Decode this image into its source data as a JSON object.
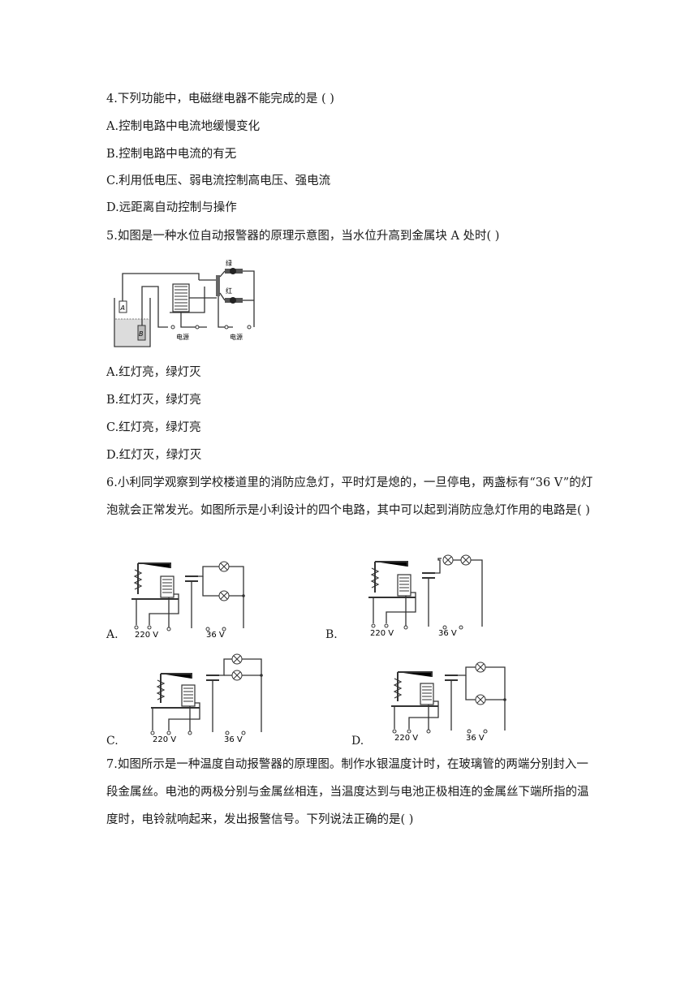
{
  "q4": {
    "stem": "4.下列功能中，电磁继电器不能完成的是 (      )",
    "options": [
      "A.控制电路中电流地缓慢变化",
      "B.控制电路中电流的有无",
      "C.利用低电压、弱电流控制高电压、强电流",
      "D.远距离自动控制与操作"
    ]
  },
  "q5": {
    "stem": "5.如图是一种水位自动报警器的原理示意图，当水位升高到金属块 A 处时(      )",
    "figure": {
      "labels": {
        "a": "A",
        "b": "B",
        "green": "绿",
        "red": "红",
        "source1": "电源",
        "source2": "电源"
      }
    },
    "options": [
      "A.红灯亮，绿灯灭",
      "B.红灯灭，绿灯亮",
      "C.红灯亮，绿灯亮",
      "D.红灯灭，绿灯灭"
    ]
  },
  "q6": {
    "stem": "6.小利同学观察到学校楼道里的消防应急灯，平时灯是熄的，一旦停电，两盏标有“36 V”的灯泡就会正常发光。如图所示是小利设计的四个电路，其中可以起到消防应急灯作用的电路是(      )",
    "circuits": [
      {
        "letter": "A.",
        "v1": "220 V",
        "v2": "36 V"
      },
      {
        "letter": "B.",
        "v1": "220 V",
        "v2": "36 V"
      },
      {
        "letter": "C.",
        "v1": "220 V",
        "v2": "36 V"
      },
      {
        "letter": "D.",
        "v1": "220 V",
        "v2": "36 V"
      }
    ]
  },
  "q7": {
    "stem": "7.如图所示是一种温度自动报警器的原理图。制作水银温度计时，在玻璃管的两端分别封入一段金属丝。电池的两极分别与金属丝相连，当温度达到与电池正极相连的金属丝下端所指的温度时，电铃就响起来，发出报警信号。下列说法正确的是(      )"
  }
}
